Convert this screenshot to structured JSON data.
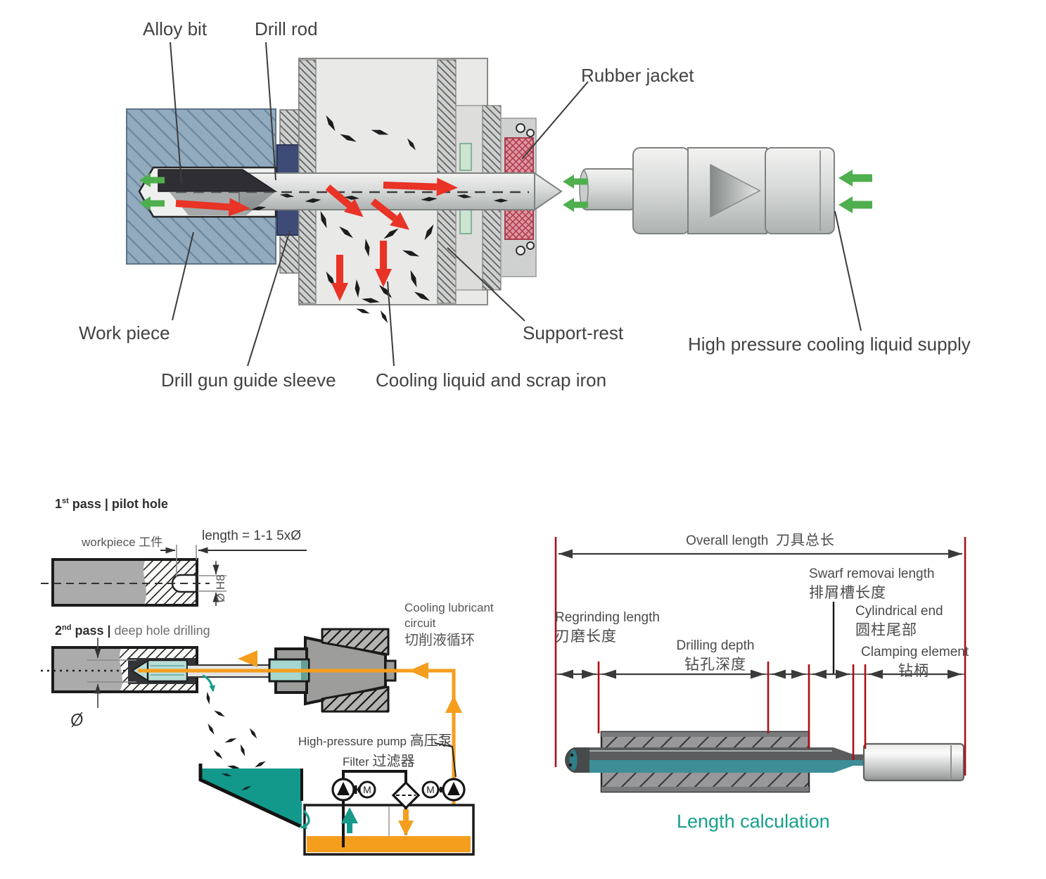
{
  "top_diagram": {
    "labels": {
      "alloy_bit": "Alloy bit",
      "drill_rod": "Drill rod",
      "rubber_jacket": "Rubber jacket",
      "work_piece": "Work piece",
      "support_rest": "Support-rest",
      "high_pressure_supply": "High pressure cooling liquid supply",
      "guide_sleeve": "Drill gun guide sleeve",
      "cooling_scrap": "Cooling liquid and scrap iron"
    }
  },
  "first_pass": {
    "title_num": "1",
    "title_sup": "st",
    "title_rest": " pass | pilot hole",
    "workpiece_label": "workpiece 工件",
    "length_label": "length = 1-1 5xØ",
    "diameter_label": "Ø H8"
  },
  "second_pass": {
    "title_num": "2",
    "title_sup": "nd",
    "title_rest_dark": " pass | ",
    "title_rest_gray": "deep hole drilling",
    "circuit_line1": "Cooling lubricant",
    "circuit_line2": "circuit",
    "circuit_cn": "切削液循环",
    "pump_label_en": "High-pressure pump",
    "pump_label_cn": "高压泵",
    "filter_label_en": "Filter",
    "filter_label_cn": "过滤器",
    "diameter_label": "Ø",
    "motor_label": "M"
  },
  "length_calc": {
    "overall_en": "Overall length",
    "overall_cn": "刀具总长",
    "swarf_en": "Swarf removai length",
    "swarf_cn": "排屑槽长度",
    "regrinding_en": "Regrinding length",
    "regrinding_cn": "刃磨长度",
    "drilling_en": "Drilling depth",
    "drilling_cn": "钻孔深度",
    "cylindrical_en": "Cylindrical end",
    "cylindrical_cn": "圆柱尾部",
    "clamping_en": "Clamping element",
    "clamping_cn": "钻柄",
    "title": "Length calculation"
  },
  "colors": {
    "teal": "#16998a",
    "orange": "#f59e1d",
    "red_mark": "#ab1016",
    "red_arrow": "#e83326",
    "green": "#4fae4e",
    "navy": "#3f4b77",
    "workpiece_blue": "#93abbe",
    "rubber_pink": "#db97a4"
  }
}
